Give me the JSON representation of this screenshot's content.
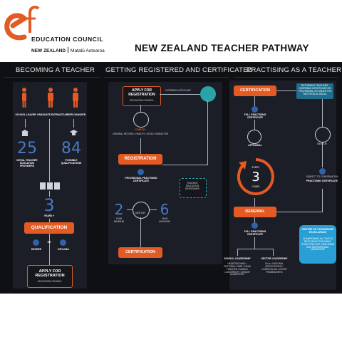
{
  "header": {
    "logo_letter": "ef",
    "org_name": "EDUCATION COUNCIL",
    "org_sub_en": "NEW ZEALAND",
    "org_sub_mi": "Matatū Aotearoa",
    "title": "NEW ZEALAND TEACHER PATHWAY",
    "colors": {
      "brand_orange": "#e45a23",
      "brand_blue": "#4a78c0",
      "band": "#0f1014"
    }
  },
  "sections": {
    "becoming": {
      "heading": "BECOMING A TEACHER",
      "entrants": [
        "SCHOOL LEAVER",
        "GRADUATE ENTRANT",
        "CAREER CHANGER"
      ],
      "stat_left": {
        "value": "25",
        "label": "INITIAL TEACHER EDUCATION PROVIDERS"
      },
      "stat_right": {
        "value": "84",
        "label": "POSSIBLE QUALIFICATIONS"
      },
      "years": {
        "value": "3",
        "label": "YEARS +"
      },
      "qualification": "QUALIFICATION",
      "or_label": "OR",
      "degree": "DEGREE",
      "diploma": "DIPLOMA",
      "apply_title": "APPLY FOR REGISTRATION",
      "apply_sub": "EDUCATION COUNCIL"
    },
    "registered": {
      "heading": "GETTING REGISTERED AND CERTIFICATED",
      "apply_title": "APPLY FOR REGISTRATION",
      "apply_sub": "EDUCATION COUNCIL",
      "overseas": "OVERSEAS APPLICANT",
      "check": "CHECK",
      "check_items": "CRIMINAL RECORD • HEALTH • GOOD CHARACTER",
      "registration": "REGISTRATION",
      "provisional": "PROVISIONAL PRACTISING CERTIFICATE",
      "teacher_ed": "TEACHER EDUCATION REFRESHER",
      "min": {
        "value": "2",
        "label": "YEAR MINIMUM"
      },
      "max": {
        "value": "6",
        "label": "YEAR MAXIMUM"
      },
      "mentor": "MENTOR",
      "certification": "CERTIFICATION"
    },
    "practising": {
      "heading": "PRACTISING AS A TEACHER",
      "certification": "CERTIFICATION",
      "returning_note": "RETURNING TEACHERS, OVERSEAS CERTIFICATE OR PROVISIONAL OR UNDER THE PARTITION AS USUAL",
      "full_cert": "FULL PRACTISING CERTIFICATE",
      "appraisal": "APPRAISAL",
      "every": {
        "top": "EVERY",
        "value": "3",
        "label": "YEARS"
      },
      "mentor": "MENTOR",
      "subject_conf": "SUBJECT TO CONFIRMATION",
      "practising_cert": "PRACTISING CERTIFICATE",
      "renewal": "RENEWAL",
      "full_cert2": "FULL PRACTISING CERTIFICATE",
      "school_lead": {
        "title": "SCHOOL LEADERSHIP",
        "items": "HEADTEACHING • PASTORAL CARE • HEAD TEACHER • MIDDLE LEADERSHIP • SENIOR LEADERSHIP"
      },
      "sector_lead": {
        "title": "SECTOR LEADERSHIP",
        "items": "CoLs • NATIONAL ASSOCIATIONS • CURRICULUM • OTHER FRAMEWORKS"
      },
      "centre": {
        "title": "CENTRE OF LEADERSHIP EXCELLENCE",
        "body": "CHAMPIONING ALL THAT IS BEST ABOUT TEACHING, GOOD PRACTICE, NEW IDEAS AND INSPIRATIONAL LEADERSHIP"
      }
    }
  }
}
